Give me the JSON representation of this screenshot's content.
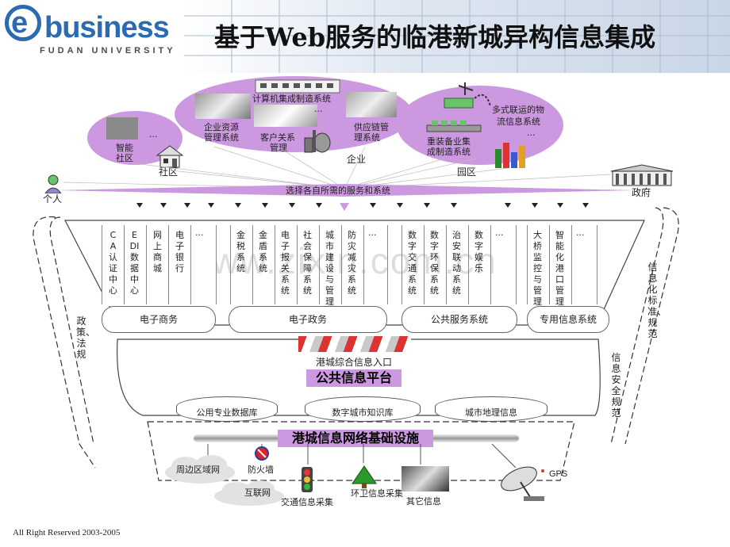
{
  "header": {
    "logo_e": "e",
    "logo_text": "business",
    "logo_sub": "FUDAN UNIVERSITY",
    "title": "基于Web服务的临港新城异构信息集成"
  },
  "top": {
    "community": {
      "items": [
        "智能",
        "社区"
      ],
      "dots": "···",
      "label": "社区"
    },
    "enterprise": {
      "items": [
        "计算机集成制造系统",
        "企业资源",
        "管理系统",
        "客户关系",
        "管理",
        "供应链管",
        "理系统"
      ],
      "dots": "···",
      "label": "企业"
    },
    "park": {
      "items": [
        "多式联运的物",
        "流信息系统",
        "重装备业集",
        "成制造系统"
      ],
      "dots": "···",
      "label": "园区"
    },
    "person": "个人",
    "government": "政府",
    "arrow_text": "选择各自所需的服务和系统"
  },
  "groups": [
    {
      "label": "电子商务",
      "cols": [
        "CA认证中心",
        "EDI数据中心",
        "网上商城",
        "电子银行",
        "···"
      ]
    },
    {
      "label": "电子政务",
      "cols": [
        "金税系统",
        "金盾系统",
        "电子报关系统",
        "社会保障系统",
        "城市建设与管理系统",
        "防灾减灾系统",
        "···"
      ]
    },
    {
      "label": "公共服务系统",
      "cols": [
        "数字交通系统",
        "数字环保系统",
        "治安联动系统",
        "数字娱乐",
        "···"
      ]
    },
    {
      "label": "专用信息系统",
      "cols": [
        "大桥监控与管理系",
        "智能化港口管理系",
        "···"
      ]
    }
  ],
  "left_side": "政策、法规",
  "right_side_1": "信息化标准、规范",
  "right_side_2": "信息安全规范",
  "platform": {
    "entrance": "港城综合信息入口",
    "name": "公共信息平台",
    "dbs": [
      "公用专业数据库",
      "数字城市知识库",
      "城市地理信息"
    ]
  },
  "infra": {
    "name": "港城信息网络基础设施",
    "items": [
      "周边区域网",
      "防火墙",
      "互联网",
      "交通信息采集",
      "环卫信息采集",
      "其它信息",
      "GPS"
    ]
  },
  "watermark": "www.zixin.com.cn",
  "footer": "All Right Reserved  2003-2005",
  "colors": {
    "purple": "#cc99e0",
    "logo_blue": "#2a6bb3"
  }
}
